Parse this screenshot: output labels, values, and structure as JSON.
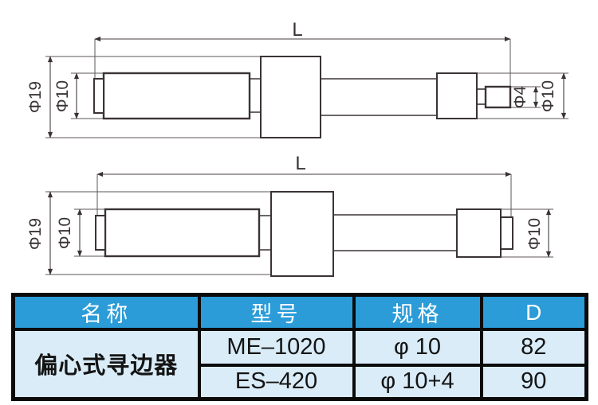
{
  "colors": {
    "background": "#ffffff",
    "drawing_line": "#3a3335",
    "dimension_line": "#5c565a",
    "table_header_bg": "#2b9cd8",
    "table_header_text": "#ffffff",
    "table_body_bg": "#d9ecf8",
    "table_border": "#0b0b0b",
    "table_body_text": "#141414"
  },
  "drawings": {
    "top": {
      "labels": {
        "dia19": "Φ19",
        "dia10_left": "Φ10",
        "length": "L",
        "dia4": "Φ4",
        "dia10_right": "Φ10"
      }
    },
    "bottom": {
      "labels": {
        "dia19": "Φ19",
        "dia10_left": "Φ10",
        "length": "L",
        "dia10_right": "Φ10"
      }
    }
  },
  "table": {
    "headers": [
      "名称",
      "型号",
      "规格",
      "D"
    ],
    "product_name": "偏心式寻边器",
    "rows": [
      {
        "model": "ME–1020",
        "spec": "φ 10",
        "d": "82"
      },
      {
        "model": "ES–420",
        "spec": "φ 10+4",
        "d": "90"
      }
    ]
  }
}
